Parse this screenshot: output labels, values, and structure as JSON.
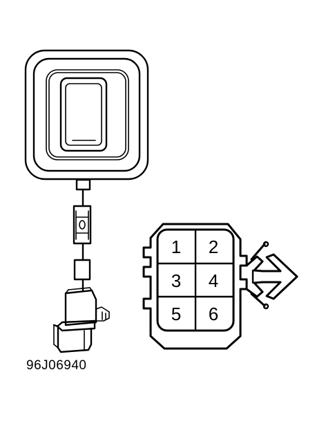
{
  "figure": {
    "id_label": "96J06940"
  },
  "connector": {
    "pins": [
      "1",
      "2",
      "3",
      "4",
      "5",
      "6"
    ]
  },
  "colors": {
    "ink": "#000000",
    "background": "#ffffff"
  }
}
